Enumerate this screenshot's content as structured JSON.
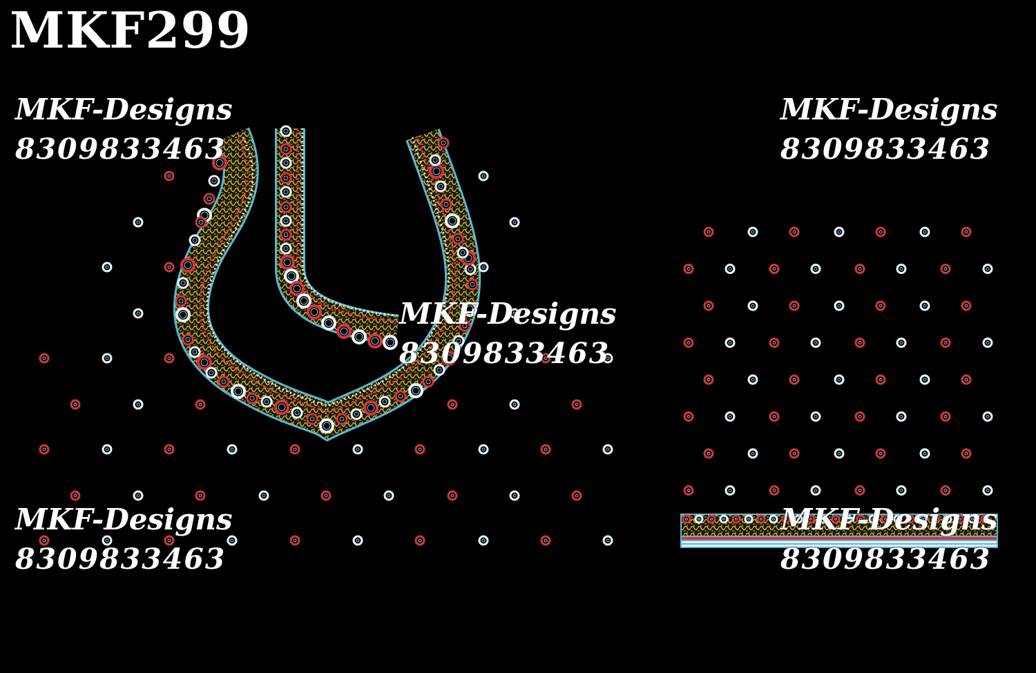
{
  "design_code": "MKF299",
  "watermark": {
    "brand": "MKF-Designs",
    "phone": "8309833463"
  },
  "colors": {
    "background": "#000000",
    "motif_red": "#d8343a",
    "motif_white": "#eef6fb",
    "motif_cyan": "#7fcfe6",
    "fill_gold": "#c9b23a",
    "border_teal": "#57b9d6"
  }
}
